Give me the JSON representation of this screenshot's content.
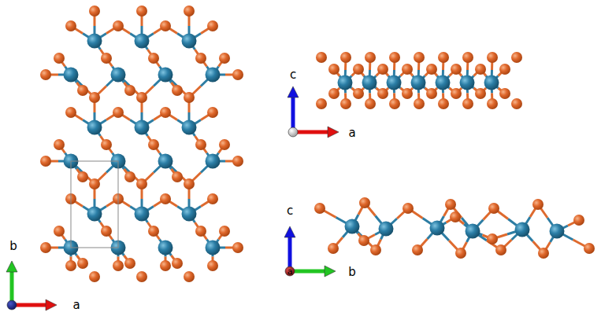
{
  "diagram": {
    "labels": [
      "b",
      "a",
      "c",
      "a",
      "c",
      "b",
      "a"
    ]
  }
}
